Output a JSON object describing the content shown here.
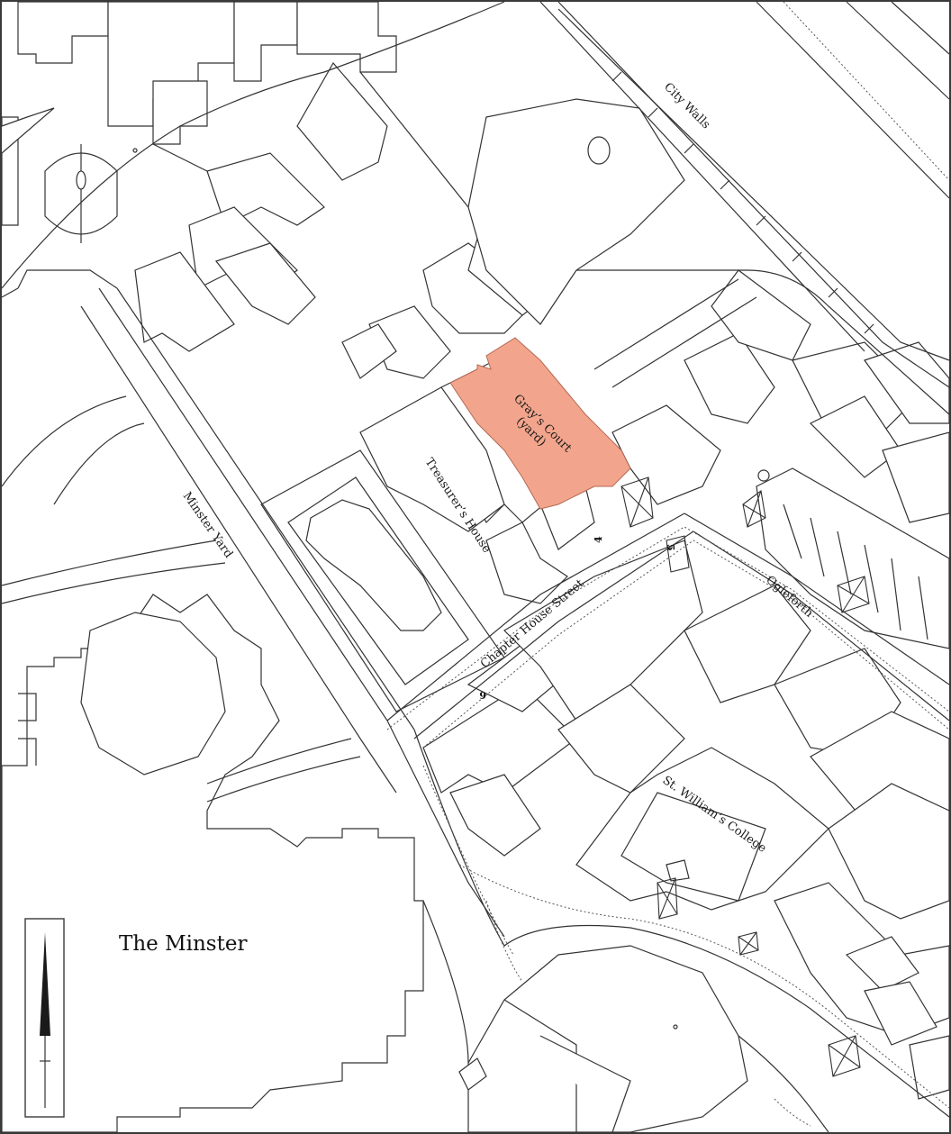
{
  "labels": {
    "city_walls": "City Walls",
    "grays_court_line1": "Gray’s Court",
    "grays_court_line2": "(yard)",
    "treasurers_house": "Treasurer’s House",
    "minster_yard": "Minster Yard",
    "ogleforth": "Ogleforth",
    "chapter_house_street": "Chapter House Street",
    "st_williams_college": "St. William’s College",
    "the_minster": "The Minster",
    "house_number_4": "4",
    "house_number_5": "5",
    "house_number_6": "6"
  },
  "colors": {
    "highlight": "#f2a58c",
    "highlight_stroke": "#b56a55",
    "linework": "#333333",
    "background": "#ffffff"
  },
  "icons": {
    "north_arrow": "north-arrow-icon"
  }
}
